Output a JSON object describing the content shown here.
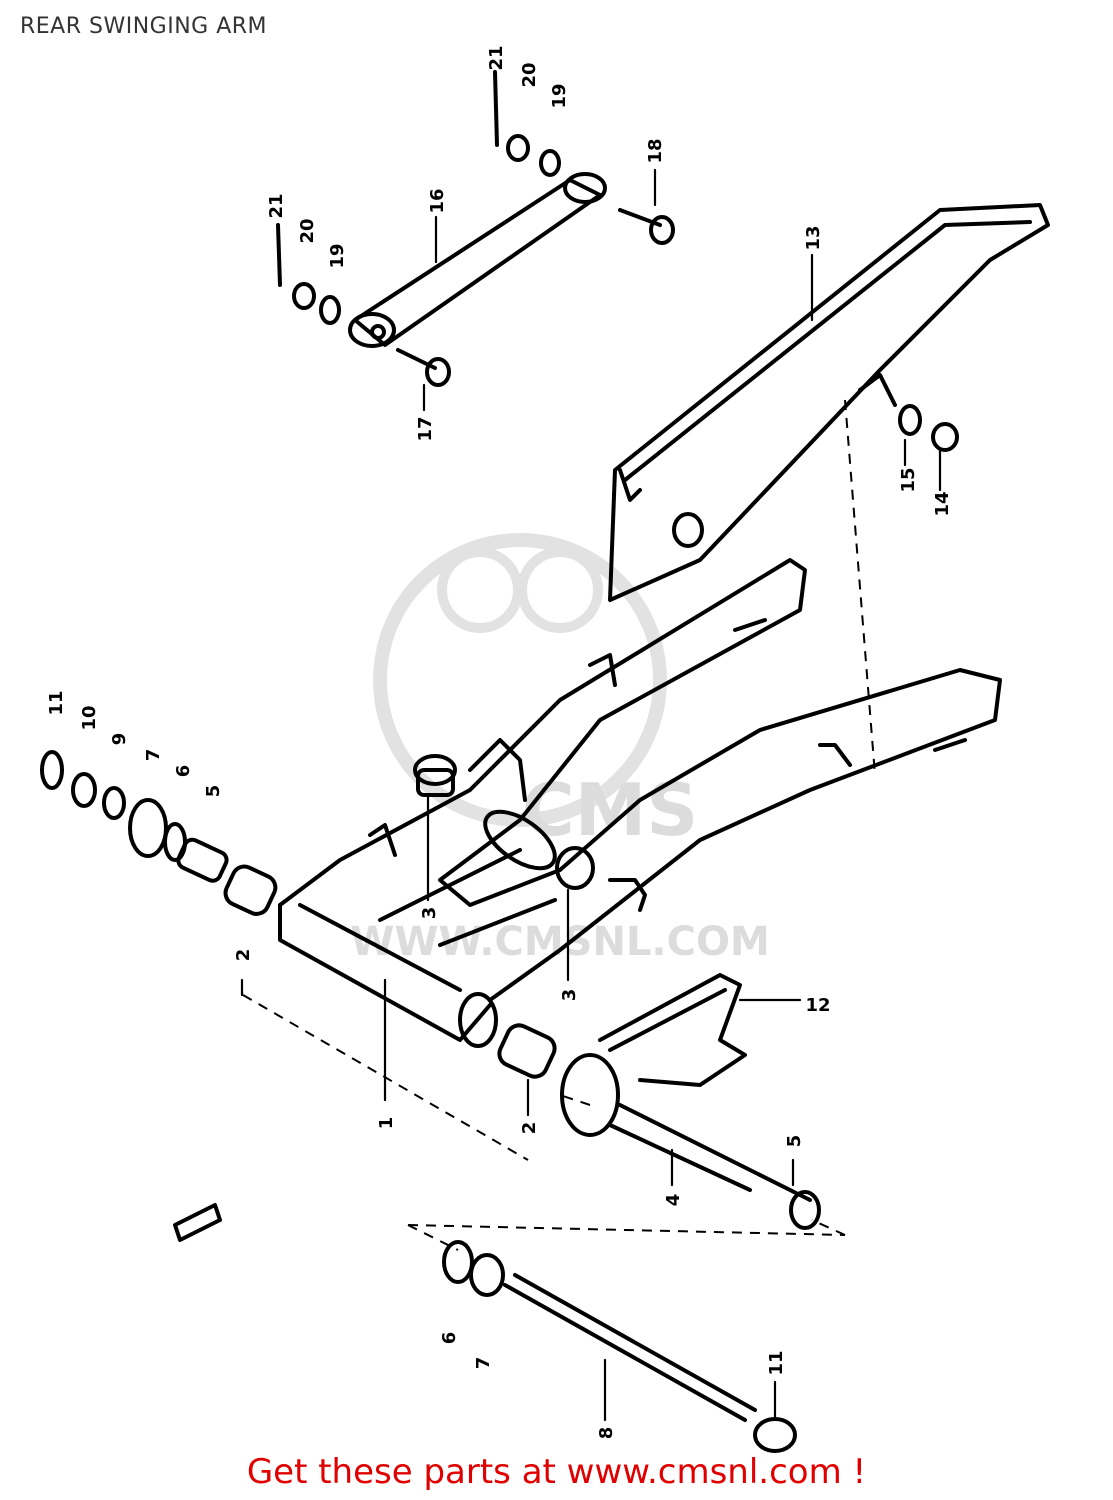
{
  "title": "REAR SWINGING ARM",
  "watermark": {
    "site": "WWW.CMSNL.COM",
    "logo_text": "CMS"
  },
  "callouts": {
    "c1": "1",
    "c2a": "2",
    "c2b": "2",
    "c3a": "3",
    "c3b": "3",
    "c4": "4",
    "c5a": "5",
    "c5b": "5",
    "c6a": "6",
    "c6b": "6",
    "c7a": "7",
    "c7b": "7",
    "c8": "8",
    "c9": "9",
    "c10": "10",
    "c11a": "11",
    "c11b": "11",
    "c12": "12",
    "c13": "13",
    "c14": "14",
    "c15": "15",
    "c16": "16",
    "c17": "17",
    "c18": "18",
    "c19a": "19",
    "c19b": "19",
    "c20a": "20",
    "c20b": "20",
    "c21a": "21",
    "c21b": "21"
  },
  "footer": {
    "link_text": "Get these parts at www.cmsnl.com !"
  },
  "colors": {
    "ink": "#000000",
    "watermark": "#dcdcdc",
    "footer": "#e00000"
  }
}
